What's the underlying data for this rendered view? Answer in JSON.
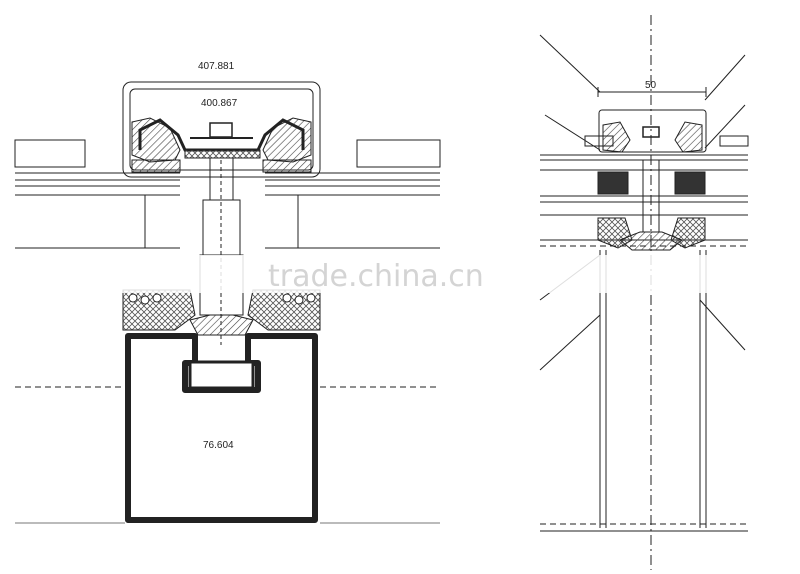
{
  "drawing": {
    "left_detail": {
      "cap_profile_code": "407.881",
      "inner_profile_code": "400.867",
      "mullion_profile_code": "76.604"
    },
    "right_detail": {
      "cap_width_dimension": "50"
    }
  },
  "watermark": "trade.china.cn",
  "colors": {
    "line": "#222222",
    "hatch": "#555555",
    "watermark": "#d4d4d4"
  }
}
